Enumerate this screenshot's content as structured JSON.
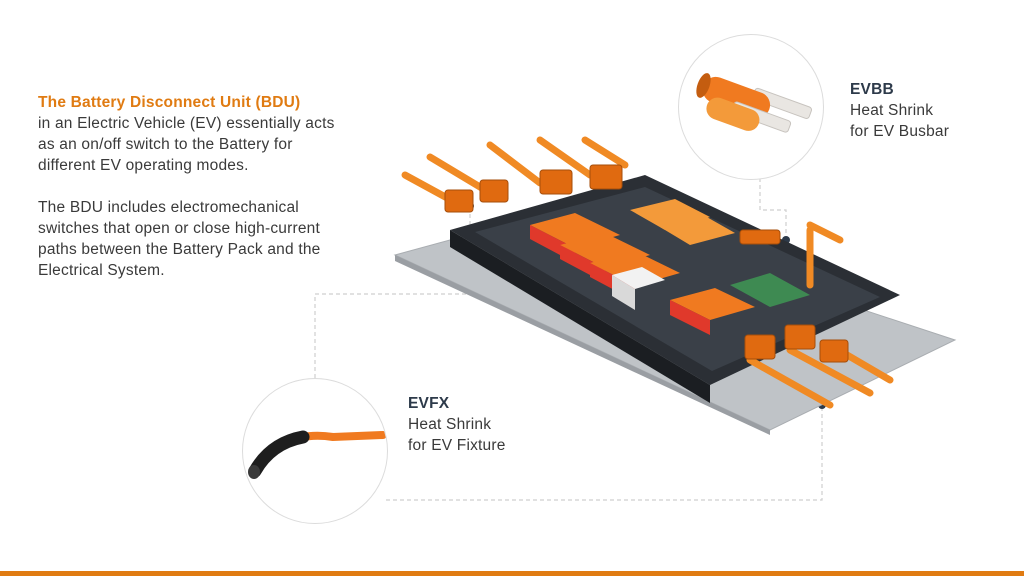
{
  "intro": {
    "title": "The Battery Disconnect Unit (BDU)",
    "line1_rest": "in an Electric Vehicle (EV) essentially acts as an on/off switch to the Battery for different EV operating modes.",
    "para2": "The BDU includes electromechanical switches that open or close high-current paths between the Battery Pack and the Electrical System."
  },
  "evbb": {
    "code": "EVBB",
    "line1": "Heat Shrink",
    "line2": "for EV Busbar"
  },
  "evfx": {
    "code": "EVFX",
    "line1": "Heat Shrink",
    "line2": "for EV Fixture"
  },
  "colors": {
    "accent": "#e07b12",
    "heading": "#2d3a4a",
    "text": "#3a3a3a",
    "cable": "#f08a24",
    "relay": "#e0392b",
    "pcb": "#3e8a52"
  }
}
